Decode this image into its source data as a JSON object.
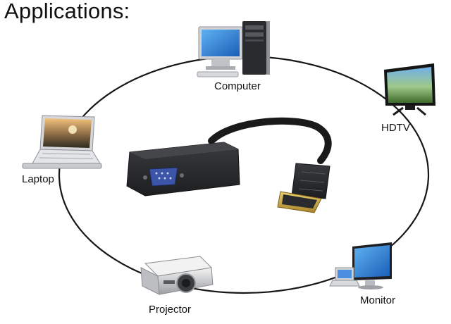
{
  "heading": "Applications:",
  "devices": {
    "computer": "Computer",
    "hdtv": "HDTV",
    "laptop": "Laptop",
    "monitor": "Monitor",
    "projector": "Projector"
  },
  "colors": {
    "ring": "#161616",
    "adapter_body": "#2b2c2e",
    "vga_port": "#3d55a8",
    "hdmi_plug": "#c9a43c",
    "screen_blue": "#2f7fd6"
  },
  "icons": [
    "desktop-computer-icon",
    "hdtv-icon",
    "laptop-icon",
    "monitor-icon",
    "projector-icon",
    "hdmi-to-vga-adapter-icon"
  ]
}
